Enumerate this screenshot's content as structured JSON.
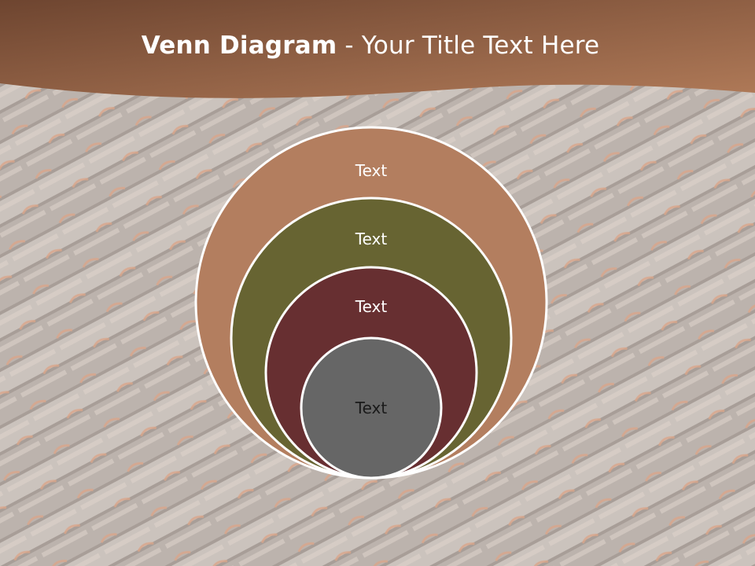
{
  "slide": {
    "title_bold": "Venn Diagram",
    "title_rest": " - Your Title Text Here"
  },
  "colors": {
    "header_dark": "#6e4530",
    "header_light": "#b07a58",
    "background": "#c8c0bb",
    "tile_shade": "#b3aaa4",
    "tile_highlight": "#ddd3cc",
    "tile_accent": "#d9a58a",
    "circle_outline": "#ffffff"
  },
  "diagram": {
    "circles": [
      {
        "label": "Text",
        "fill": "#b37e5f",
        "text_color": "#ffffff"
      },
      {
        "label": "Text",
        "fill": "#676432",
        "text_color": "#ffffff"
      },
      {
        "label": "Text",
        "fill": "#672f31",
        "text_color": "#ffffff"
      },
      {
        "label": "Text",
        "fill": "#666666",
        "text_color": "#1a1a1a"
      }
    ]
  }
}
